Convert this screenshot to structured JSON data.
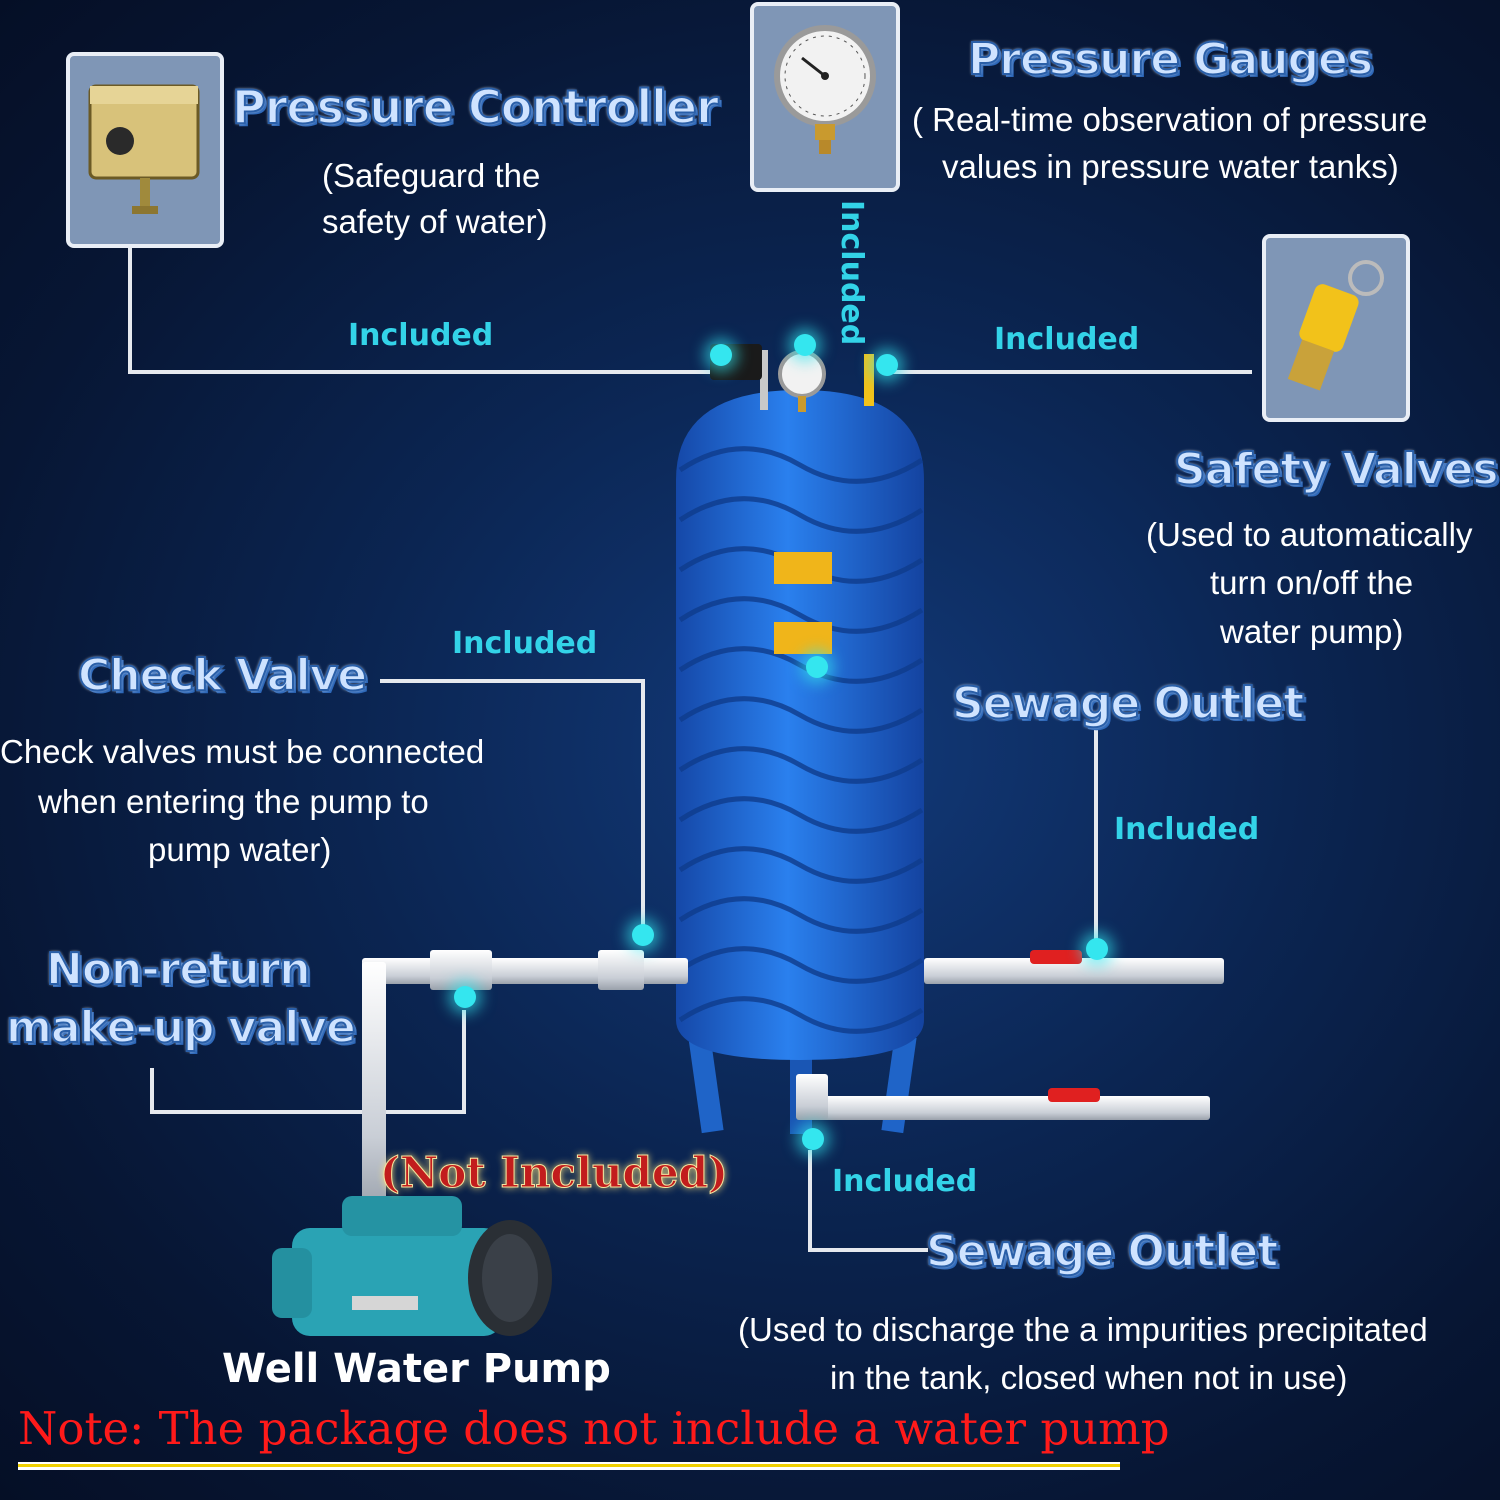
{
  "pressure_controller": {
    "title": "Pressure Controller",
    "desc_line1": "(Safeguard the",
    "desc_line2": "safety of water)",
    "included": "Included"
  },
  "pressure_gauges": {
    "title": "Pressure Gauges",
    "desc_line1": "( Real-time observation of pressure",
    "desc_line2": "values in pressure water tanks)",
    "included": "Included"
  },
  "safety_valves": {
    "title": "Safety Valves",
    "desc_line1": "(Used to automatically",
    "desc_line2": "turn on/off the",
    "desc_line3": "water pump)",
    "included": "Included"
  },
  "check_valve": {
    "title": "Check Valve",
    "desc_line1": "Check valves must be connected",
    "desc_line2": "when entering the pump to",
    "desc_line3": "pump water)",
    "included": "Included"
  },
  "sewage_outlet_side": {
    "title": "Sewage Outlet",
    "included": "Included"
  },
  "non_return": {
    "title_line1": "Non-return",
    "title_line2": "make-up valve"
  },
  "sewage_outlet_bottom": {
    "title": "Sewage Outlet",
    "desc_line1": "(Used to discharge the a impurities precipitated",
    "desc_line2": "in the tank, closed when not in use)",
    "included": "Included"
  },
  "pump": {
    "not_included": "(Not Included)",
    "title": "Well Water Pump"
  },
  "note": "Note: The package does not include a water pump",
  "colors": {
    "background": "#0b2552",
    "tank": "#1f6fd6",
    "included_text": "#33d3e8",
    "note_text": "#ff1a1a",
    "dot": "#34e6ef"
  }
}
